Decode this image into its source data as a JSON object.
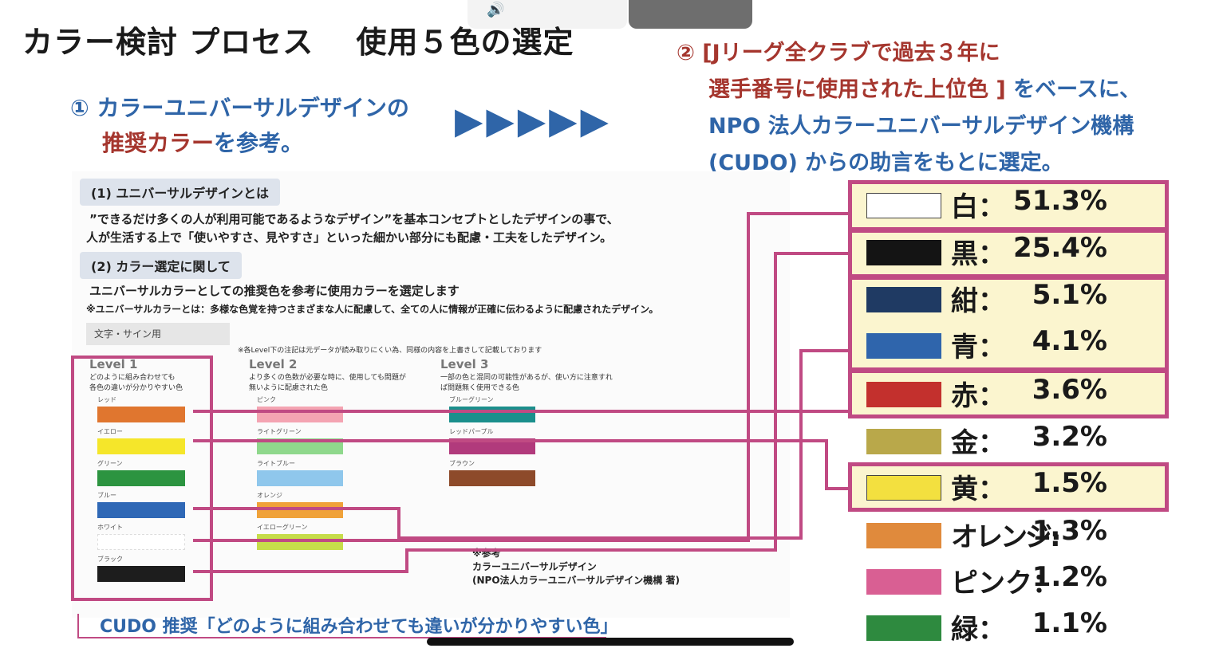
{
  "title": "カラー検討 プロセス　 使用５色の選定",
  "step1": {
    "line1": "① カラーユニバーサルデザインの",
    "line2_red": "推奨カラー",
    "line2_rest": "を参考。"
  },
  "arrows": "▶▶▶▶▶",
  "step2": {
    "line1": "② [Jリーグ全クラブで過去３年に",
    "line2_red": "選手番号に使用された上位色 ]",
    "line2_rest": "をベースに、",
    "line3": "NPO 法人カラーユニバーサルデザイン機構",
    "line4": "(CUDO) からの助言をもとに選定。"
  },
  "section1": {
    "heading": "(1) ユニバーサルデザインとは",
    "text1": "”できるだけ多くの人が利用可能であるようなデザイン”を基本コンセプトとしたデザインの事で、",
    "text2": "人が生活する上で「使いやすさ、見やすさ」といった細かい部分にも配慮・工夫をしたデザイン。"
  },
  "section2": {
    "heading": "(2) カラー選定に関して",
    "text1": "ユニバーサルカラーとしての推奨色を参考に使用カラーを選定します",
    "text2": "※ユニバーサルカラーとは：多様な色覚を持つさまざまな人に配慮して、全ての人に情報が正確に伝わるように配慮されたデザイン。"
  },
  "sign_label": "文字・サイン用",
  "note": "※各Level下の注記は元データが読み取りにくい為、同様の内容を上書きして記載しております",
  "levels": [
    {
      "name": "Level 1",
      "desc1": "どのように組み合わせても",
      "desc2": "各色の違いが分かりやすい色",
      "swatches": [
        {
          "label": "レッド",
          "color": "#e0762f"
        },
        {
          "label": "イエロー",
          "color": "#f5e62a"
        },
        {
          "label": "グリーン",
          "color": "#2c9440"
        },
        {
          "label": "ブルー",
          "color": "#2f68b6"
        },
        {
          "label": "ホワイト",
          "color": "#ffffff"
        },
        {
          "label": "ブラック",
          "color": "#1d1d1d"
        }
      ]
    },
    {
      "name": "Level 2",
      "desc1": "より多くの色数が必要な時に、使用しても問題が",
      "desc2": "無いように配慮された色",
      "swatches": [
        {
          "label": "ピンク",
          "color": "#f4a4b2"
        },
        {
          "label": "ライトグリーン",
          "color": "#8fd88c"
        },
        {
          "label": "ライトブルー",
          "color": "#8fc7ec"
        },
        {
          "label": "オレンジ",
          "color": "#f0a23a"
        },
        {
          "label": "イエローグリーン",
          "color": "#c6dd4a"
        }
      ]
    },
    {
      "name": "Level 3",
      "desc1": "一部の色と混同の可能性があるが、使い方に注意すれ",
      "desc2": "ば問題無く使用できる色",
      "swatches": [
        {
          "label": "ブルーグリーン",
          "color": "#1b8f8c"
        },
        {
          "label": "レッドパープル",
          "color": "#b13a7c"
        },
        {
          "label": "ブラウン",
          "color": "#8d4a2a"
        }
      ]
    }
  ],
  "reference": {
    "line1": "※参考",
    "line2": "カラーユニバーサルデザイン",
    "line3": "(NPO法人カラーユニバーサルデザイン機構 著)"
  },
  "recommend": "CUDO 推奨「どのように組み合わせても違いが分かりやすい色」",
  "ranking": [
    {
      "name": "白：",
      "pct": "51.3%",
      "color": "#ffffff",
      "selected": true
    },
    {
      "name": "黒：",
      "pct": "25.4%",
      "color": "#141414",
      "selected": true
    },
    {
      "name": "紺：",
      "pct": "5.1%",
      "color": "#1f3a63",
      "selected": true
    },
    {
      "name": "青：",
      "pct": "4.1%",
      "color": "#2f65ac",
      "selected": true
    },
    {
      "name": "赤：",
      "pct": "3.6%",
      "color": "#c3302d",
      "selected": true
    },
    {
      "name": "金：",
      "pct": "3.2%",
      "color": "#b9a84a",
      "selected": false
    },
    {
      "name": "黄：",
      "pct": "1.5%",
      "color": "#f3e03f",
      "selected": true
    },
    {
      "name": "オレンジ:",
      "pct": "1.3%",
      "color": "#e08a3c",
      "selected": false
    },
    {
      "name": "ピンク：",
      "pct": "1.2%",
      "color": "#d95f93",
      "selected": false
    },
    {
      "name": "緑：",
      "pct": "1.1%",
      "color": "#2e8a3f",
      "selected": false
    }
  ],
  "colors": {
    "accent_blue": "#2f65a8",
    "accent_red": "#a5362e",
    "highlight_border": "#c04a83",
    "highlight_fill": "#fbf5cf"
  }
}
